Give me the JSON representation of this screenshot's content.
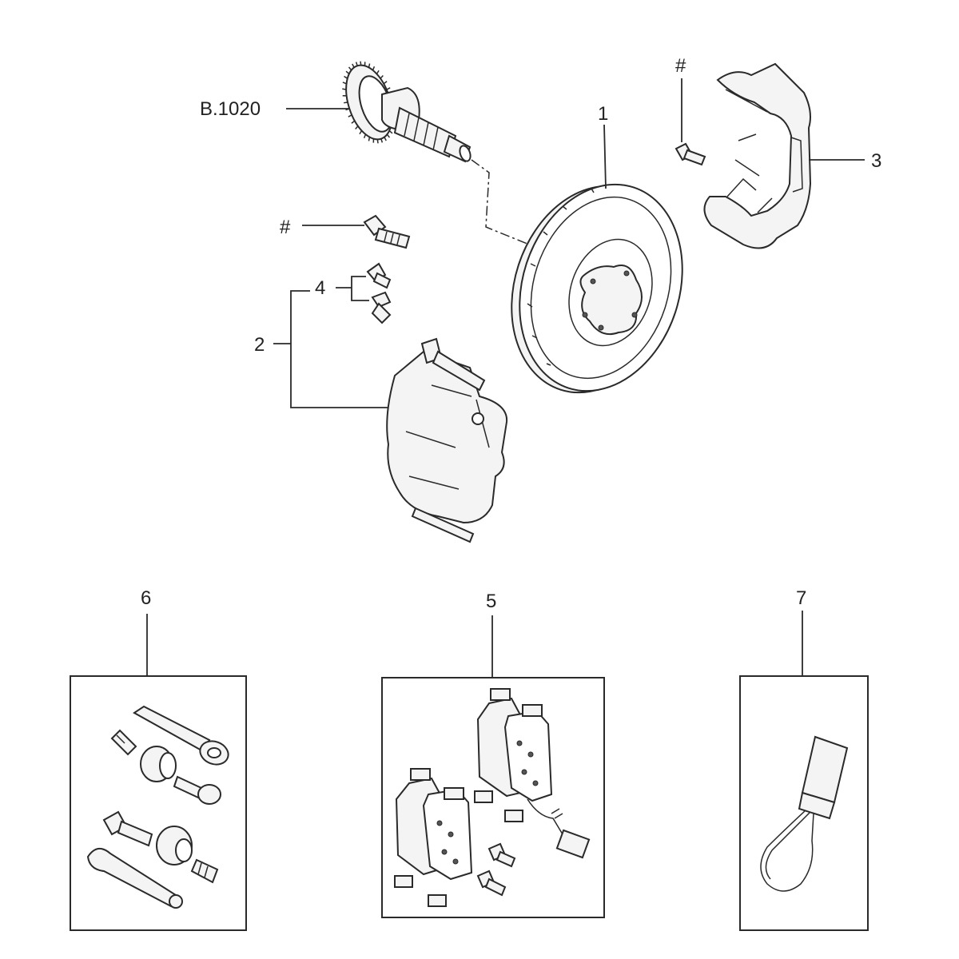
{
  "callouts": {
    "ref_b1020": "B.1020",
    "item_1": "1",
    "item_2": "2",
    "item_3": "3",
    "item_4": "4",
    "item_5": "5",
    "item_6": "6",
    "item_7": "7",
    "hash_bolt_top": "#",
    "hash_bolt_left": "#"
  }
}
